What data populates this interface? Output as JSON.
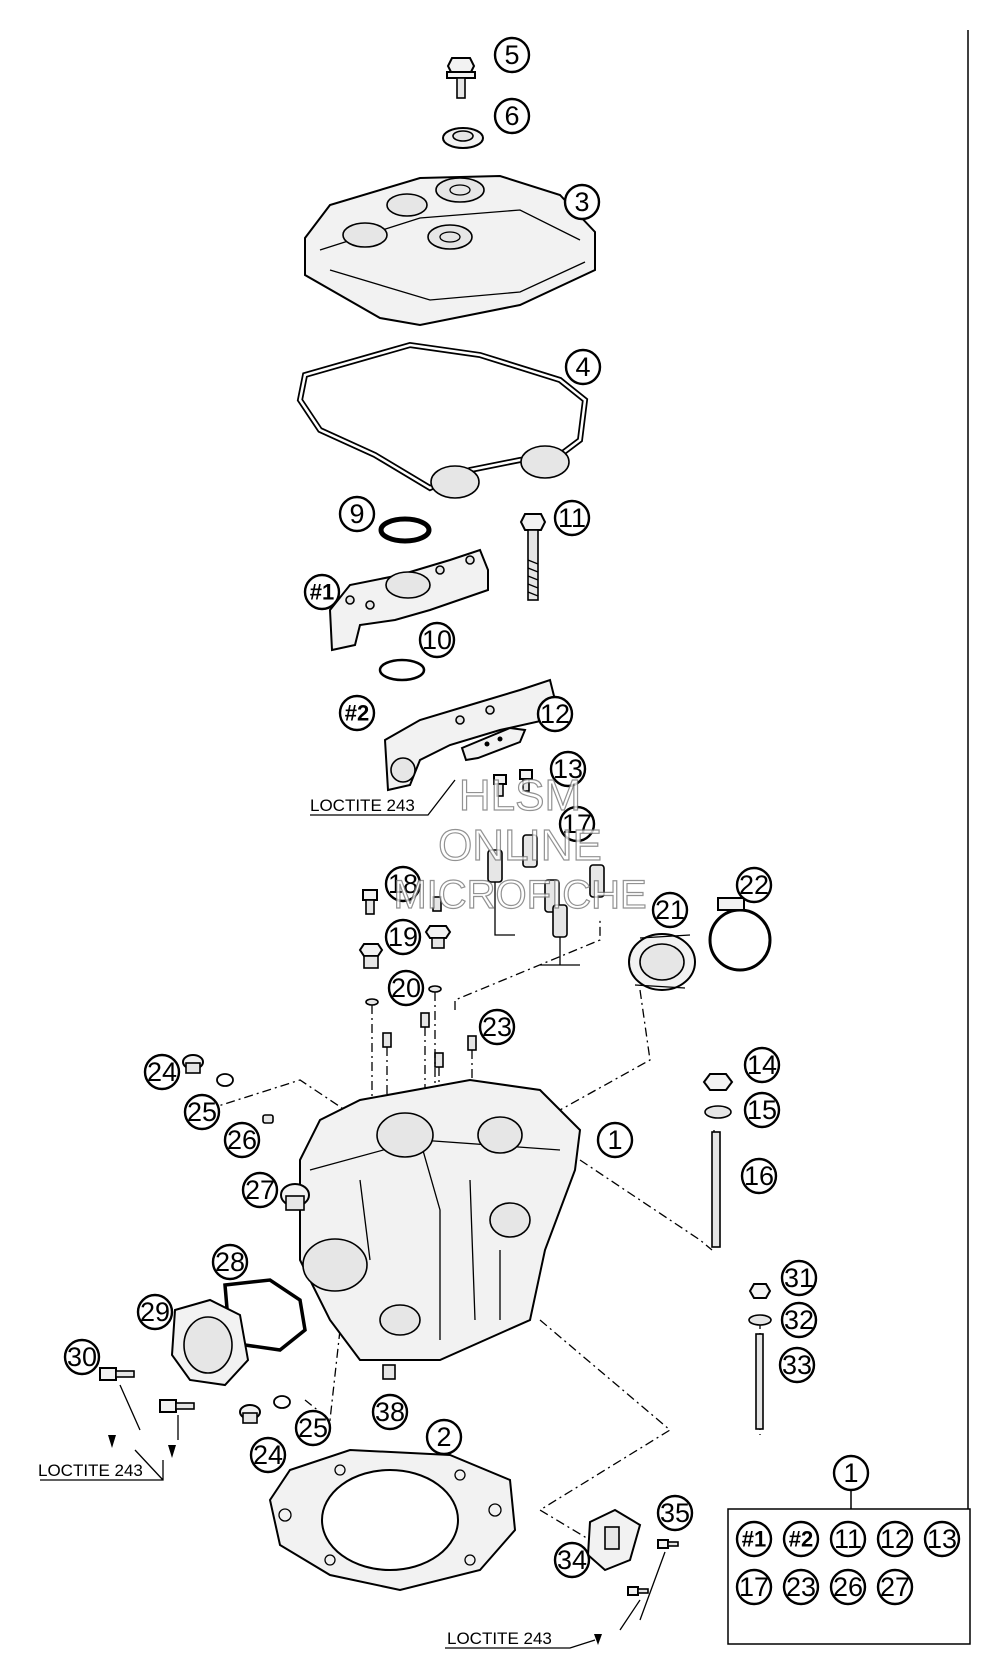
{
  "callouts": {
    "c1": "1",
    "c2": "2",
    "c3": "3",
    "c4": "4",
    "c5": "5",
    "c6": "6",
    "c9": "9",
    "c10": "10",
    "c11": "11",
    "c12": "12",
    "c13": "13",
    "c14": "14",
    "c15": "15",
    "c16": "16",
    "c17": "17",
    "c18": "18",
    "c19": "19",
    "c20": "20",
    "c21": "21",
    "c22": "22",
    "c23": "23",
    "c24": "24",
    "c25": "25",
    "c26": "26",
    "c27": "27",
    "c28": "28",
    "c29": "29",
    "c30": "30",
    "c31": "31",
    "c32": "32",
    "c33": "33",
    "c34": "34",
    "c35": "35",
    "c38": "38",
    "h1": "#1",
    "h2": "#2"
  },
  "labels": {
    "loctite": "LOCTITE 243"
  },
  "kit": {
    "title": "1",
    "items": [
      "#1",
      "#2",
      "11",
      "12",
      "13",
      "17",
      "23",
      "26",
      "27"
    ]
  },
  "watermark": {
    "line1": "HLSM",
    "line2": "ONLINE",
    "line3": "MICROFICHE"
  }
}
